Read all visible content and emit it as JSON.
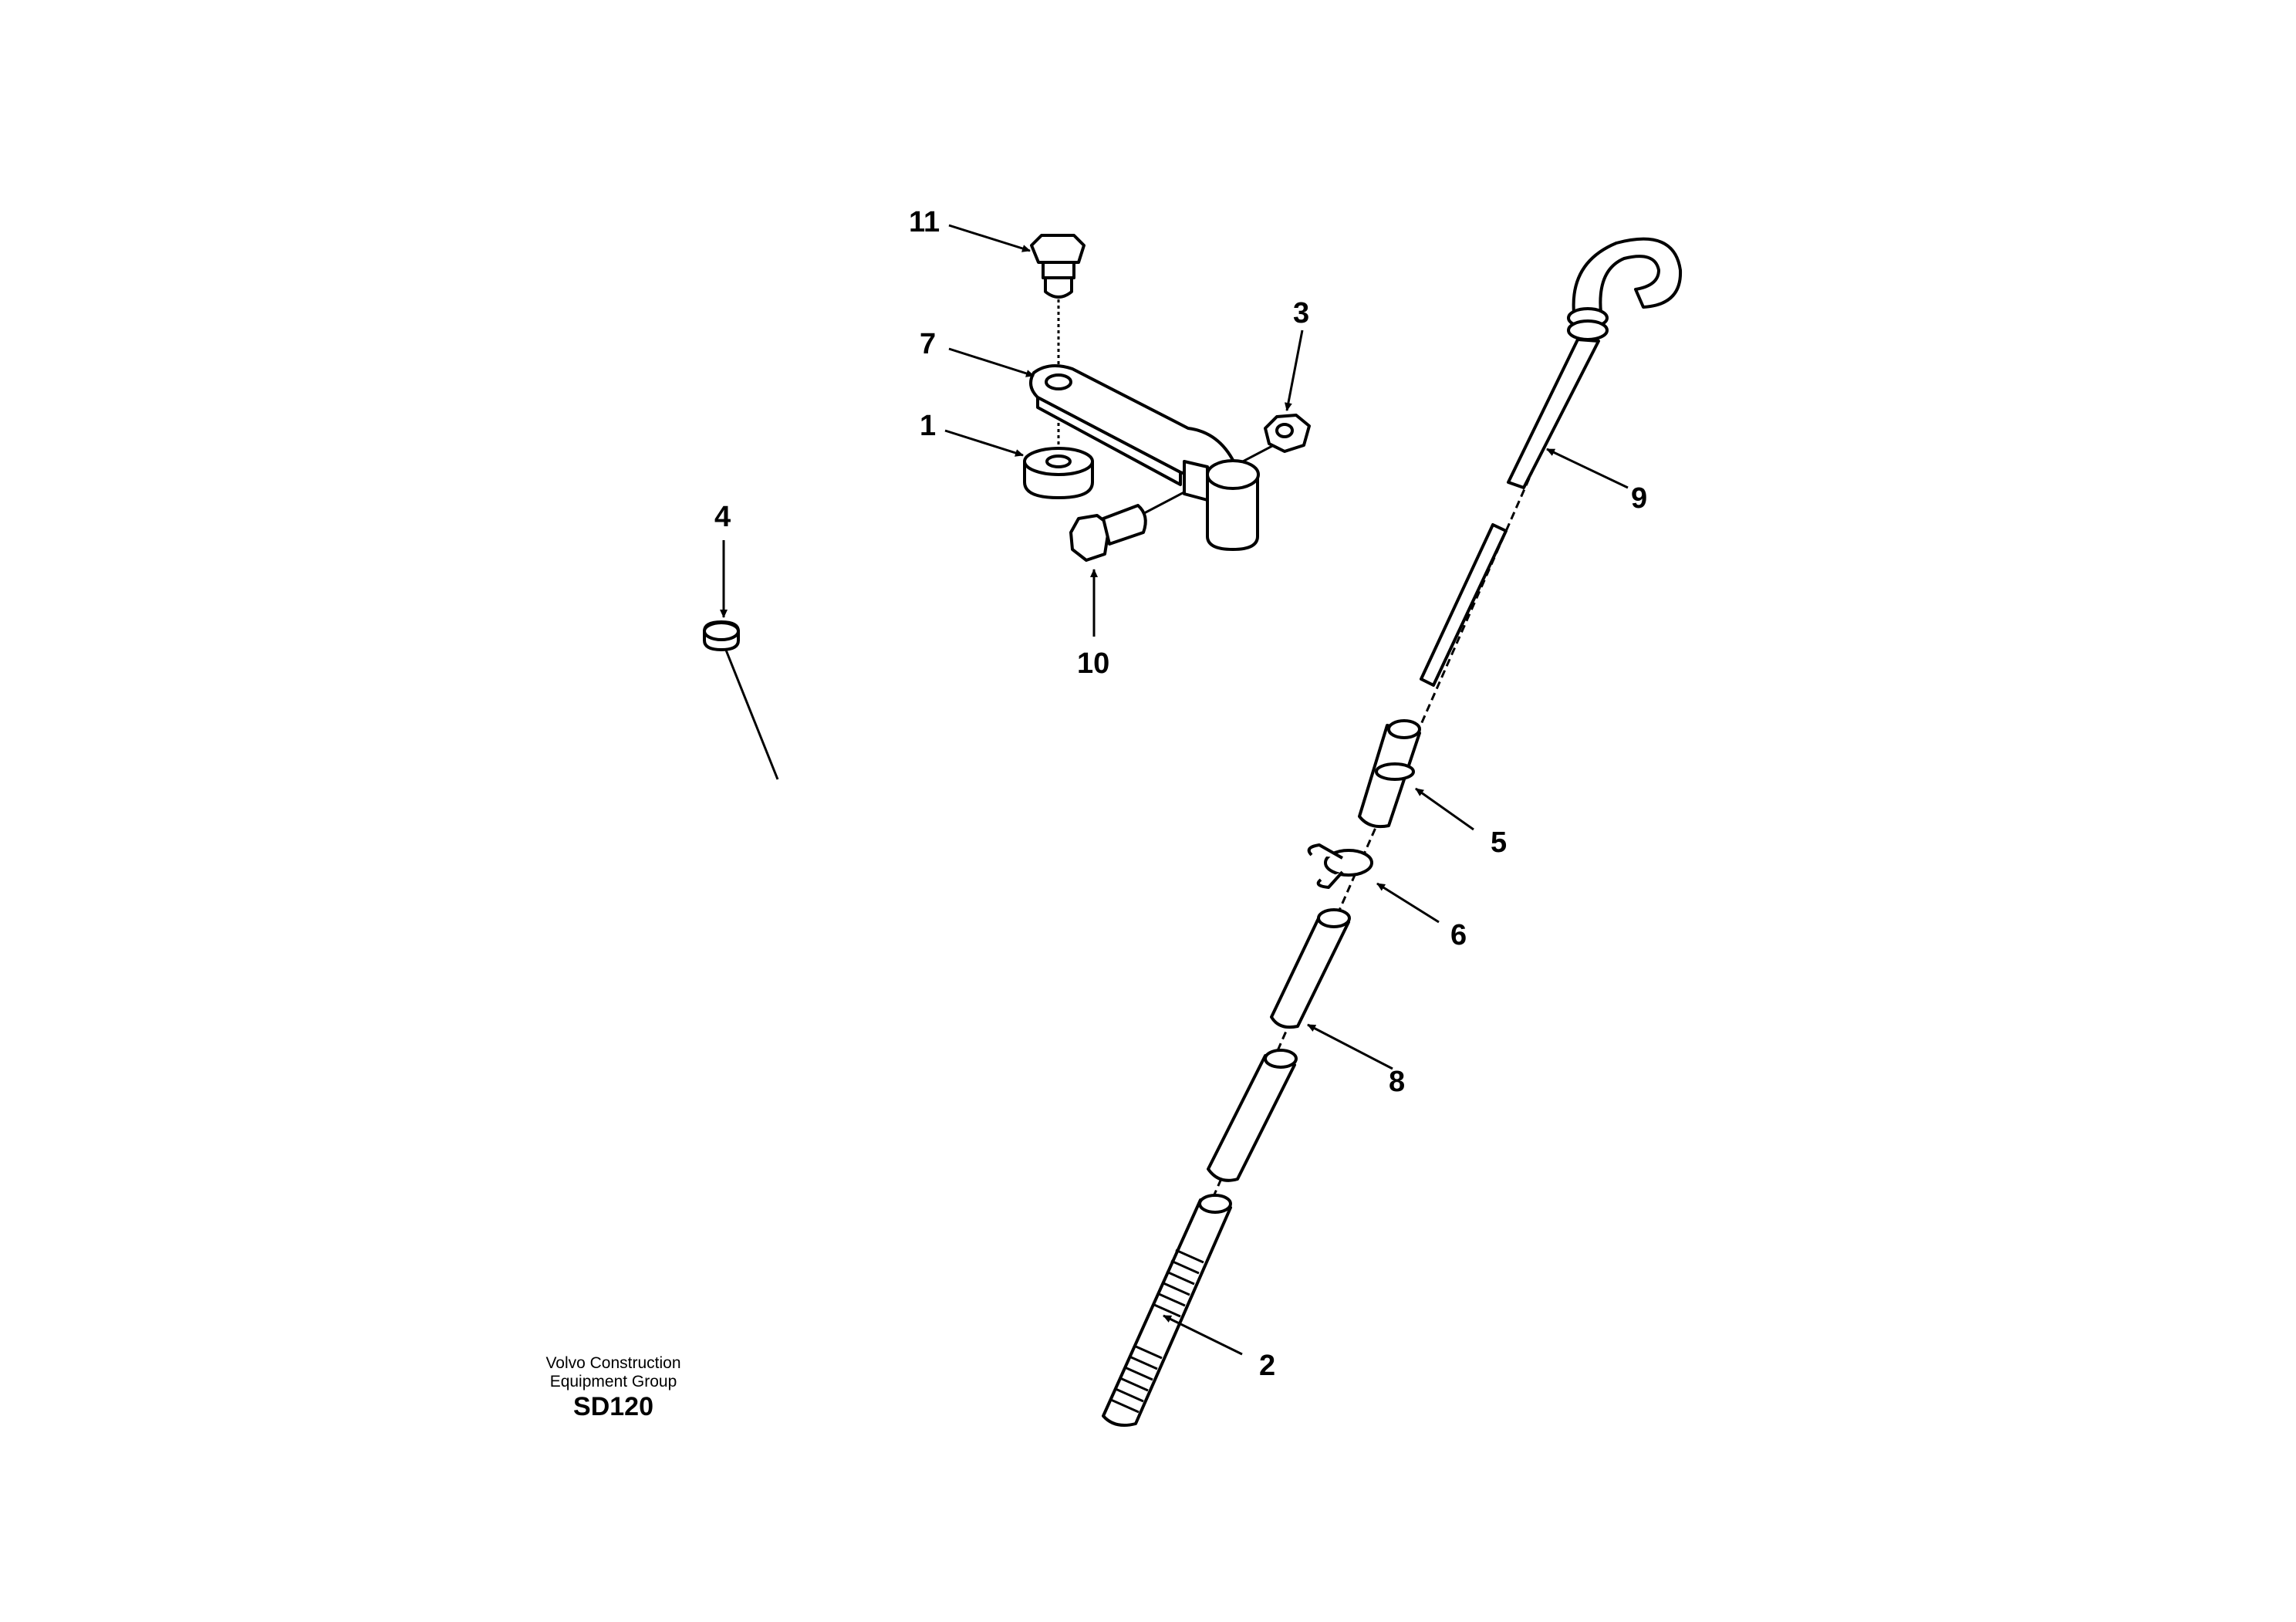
{
  "footer": {
    "company_line1": "Volvo Construction",
    "company_line2": "Equipment Group",
    "drawing_code": "SD120"
  },
  "callouts": {
    "p1": "1",
    "p2": "2",
    "p3": "3",
    "p4": "4",
    "p5": "5",
    "p6": "6",
    "p7": "7",
    "p8": "8",
    "p9": "9",
    "p10": "10",
    "p11": "11"
  },
  "colors": {
    "line": "#000000",
    "background": "#ffffff"
  }
}
